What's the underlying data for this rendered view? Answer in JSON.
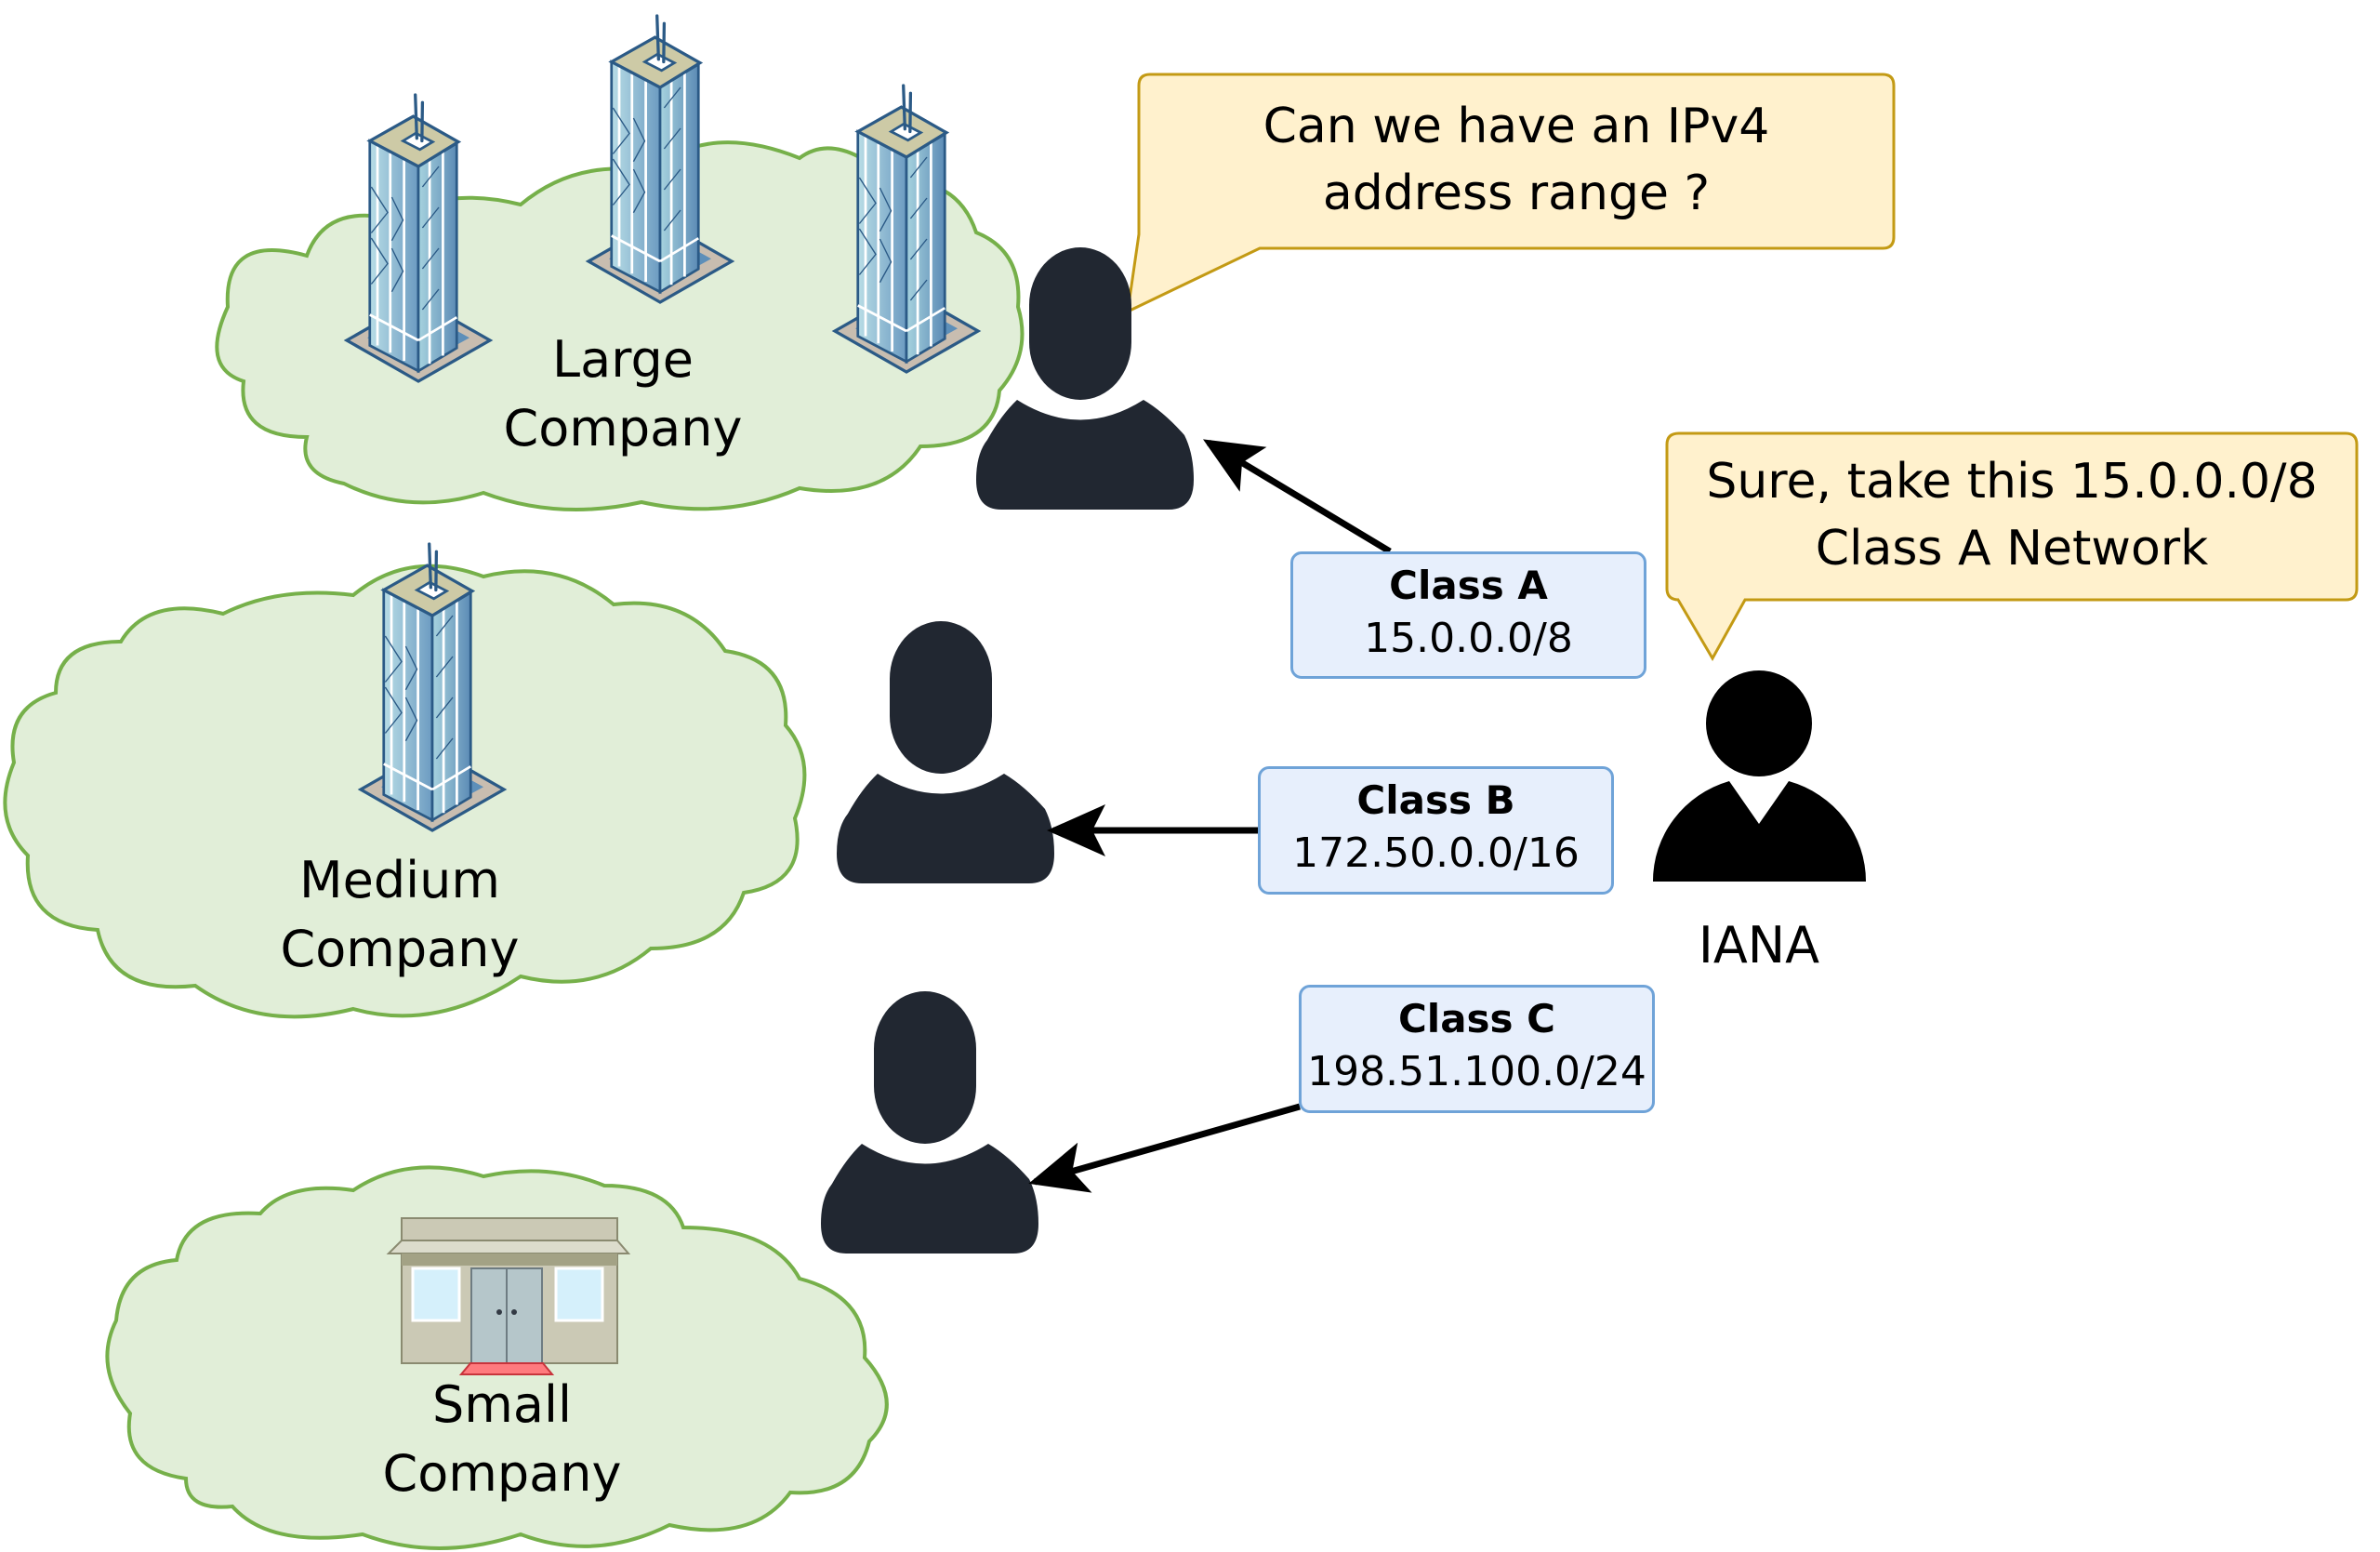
{
  "title": "IPv4 classful address allocation by IANA",
  "colors": {
    "cloud_fill": "#e1eed8",
    "cloud_stroke": "#76b04a",
    "bubble_fill": "#fff1cd",
    "bubble_stroke": "#c39a14",
    "netbox_fill": "#e7effc",
    "netbox_stroke": "#6fa3d8",
    "user_icon": "#212731",
    "iana_icon": "#000000",
    "arrow": "#000000"
  },
  "companies": [
    {
      "id": "large",
      "line1": "Large",
      "line2": "Company",
      "icon": "office-towers-icon"
    },
    {
      "id": "medium",
      "line1": "Medium",
      "line2": "Company",
      "icon": "office-tower-icon"
    },
    {
      "id": "small",
      "line1": "Small",
      "line2": "Company",
      "icon": "shop-icon"
    }
  ],
  "request_bubble": {
    "line1": "Can we have an IPv4",
    "line2": "address range ?"
  },
  "iana": {
    "label": "IANA",
    "bubble": {
      "line1": "Sure, take this 15.0.0.0/8",
      "line2": "Class A Network"
    }
  },
  "allocations": [
    {
      "class": "Class A",
      "cidr": "15.0.0.0/8",
      "to": "large"
    },
    {
      "class": "Class B",
      "cidr": "172.50.0.0/16",
      "to": "medium"
    },
    {
      "class": "Class C",
      "cidr": "198.51.100.0/24",
      "to": "small"
    }
  ]
}
